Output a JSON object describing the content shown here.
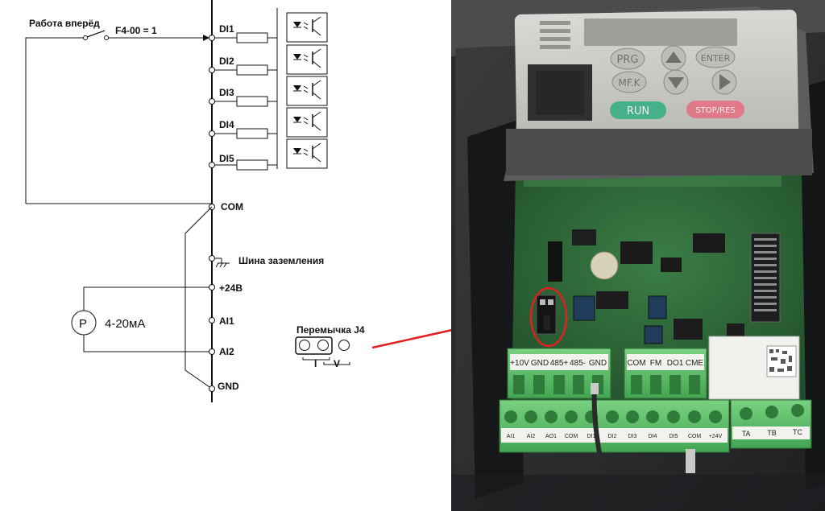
{
  "schematic": {
    "forward_run_label": "Работа вперёд",
    "param_label": "F4-00 = 1",
    "terminals": {
      "di1": "DI1",
      "di2": "DI2",
      "di3": "DI3",
      "di4": "DI4",
      "di5": "DI5",
      "com": "COM",
      "ground_bus": "Шина заземления",
      "plus24": "+24В",
      "ai1": "AI1",
      "ai2": "AI2",
      "gnd": "GND"
    },
    "sensor_symbol": "P",
    "sensor_range": "4-20мА",
    "jumper_title": "Перемычка J4",
    "jumper_pos_i": "I",
    "jumper_pos_v": "V"
  },
  "photo": {
    "keypad_buttons": {
      "prg": "PRG",
      "enter": "ENTER",
      "mfk": "MF.K",
      "run": "RUN",
      "stop": "STOP/RES"
    },
    "terminal_labels_upper": [
      "+10V",
      "GND",
      "485+",
      "485-",
      "GND"
    ],
    "terminal_labels_upper_right": [
      "COM",
      "FM",
      "DO1",
      "CME"
    ],
    "terminal_labels_lower": [
      "AI1",
      "AI2",
      "AO1",
      "COM",
      "DI1",
      "DI2",
      "DI3",
      "DI4",
      "DI5",
      "COM",
      "+24V"
    ],
    "relay_labels": [
      "TA",
      "TB",
      "TC"
    ],
    "colors": {
      "run_button": "#46b08a",
      "stop_button": "#e07a8a",
      "terminal_green": "#5cbf6a",
      "annotation_red": "#e02020",
      "pcb_green": "#2f6f3a"
    }
  }
}
